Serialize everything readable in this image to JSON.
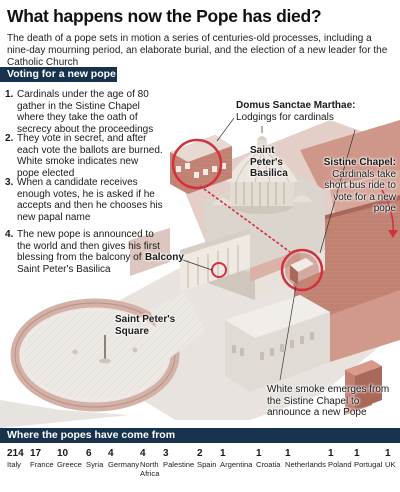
{
  "header": {
    "title": "What happens now the Pope has died?",
    "intro": "The death of a pope sets in motion a series of centuries-old processes, including a nine-day mourning period, an elaborate burial, and the election of a new leader for the Catholic Church"
  },
  "voting": {
    "heading": "Voting for a new pope",
    "steps": [
      {
        "num": "1.",
        "text": "Cardinals under the age of 80 gather in the Sistine Chapel where they take the oath of secrecy about the proceedings"
      },
      {
        "num": "2.",
        "text": "They vote in secret, and after each vote the ballots are burned. White smoke indicates new pope elected"
      },
      {
        "num": "3.",
        "text": "When a candidate receives enough votes, he is asked if he accepts and then he chooses his new papal name"
      },
      {
        "num": "4.",
        "text": "The new pope is announced to the world and then gives his first blessing from the balcony of Saint Peter's Basilica"
      }
    ]
  },
  "labels": {
    "domus_title": "Domus Sanctae Marthae:",
    "domus_text": "Lodgings for cardinals",
    "basilica": "Saint Peter's Basilica",
    "sistine_title": "Sistine Chapel:",
    "sistine_text": "Cardinals take short bus ride to vote for a new pope",
    "balcony": "Balcony",
    "square": "Saint Peter's Square",
    "smoke": "White smoke emerges from the Sistine Chapel to announce a new Pope"
  },
  "origins": {
    "heading": "Where the popes have come from",
    "items": [
      {
        "count": "214",
        "country": "Italy"
      },
      {
        "count": "17",
        "country": "France"
      },
      {
        "count": "10",
        "country": "Greece"
      },
      {
        "count": "6",
        "country": "Syria"
      },
      {
        "count": "4",
        "country": "Germany"
      },
      {
        "count": "4",
        "country": "North Africa"
      },
      {
        "count": "3",
        "country": "Palestine"
      },
      {
        "count": "2",
        "country": "Spain"
      },
      {
        "count": "1",
        "country": "Argentina"
      },
      {
        "count": "1",
        "country": "Croatia"
      },
      {
        "count": "1",
        "country": "Netherlands"
      },
      {
        "count": "1",
        "country": "Poland"
      },
      {
        "count": "1",
        "country": "Portugal"
      },
      {
        "count": "1",
        "country": "UK"
      }
    ]
  },
  "colors": {
    "band": "#17324c",
    "terracotta": "#c98a7e",
    "stone": "#e3ddd7",
    "highlight": "#d32f3f"
  }
}
